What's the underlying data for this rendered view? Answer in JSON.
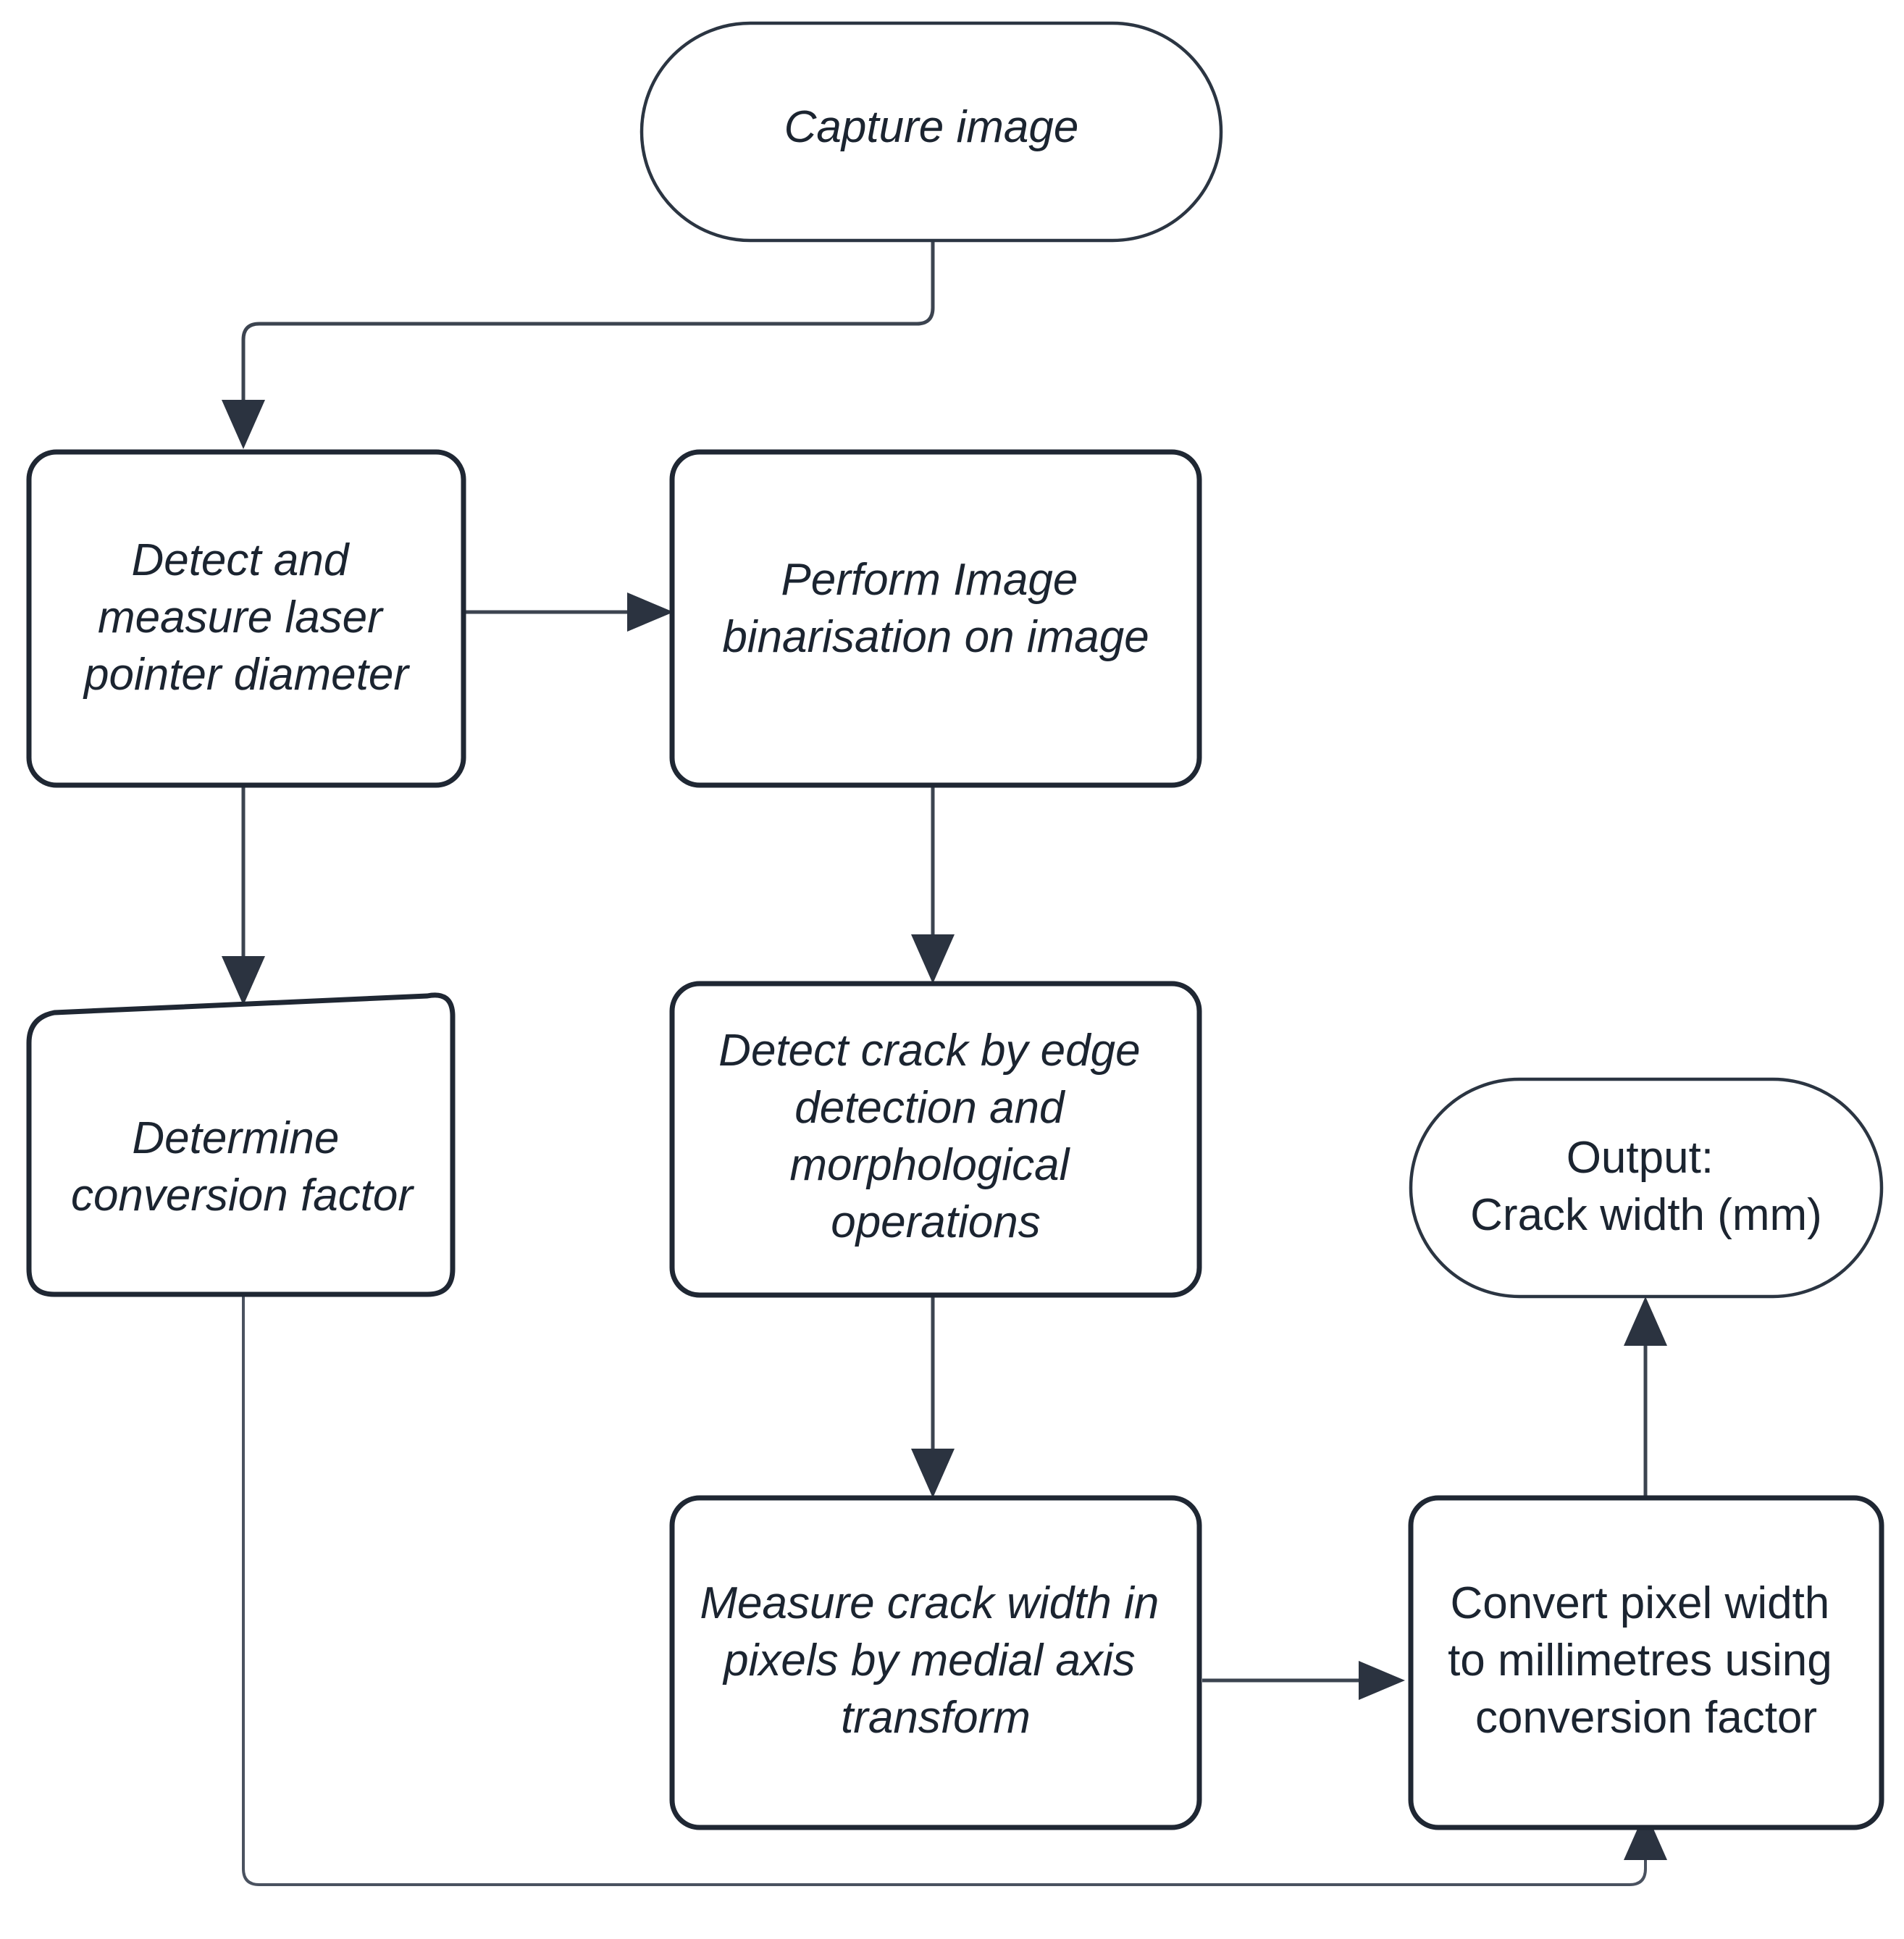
{
  "diagram": {
    "title": "Crack width measurement processing flowchart",
    "colors": {
      "stroke": "#1f2733",
      "connector": "#3c4450",
      "text": "#1b2430",
      "background": "#ffffff"
    },
    "nodes": [
      {
        "id": "capture-image",
        "shape": "stadium",
        "style": "italic",
        "lines": [
          "Capture image"
        ]
      },
      {
        "id": "detect-measure-laser",
        "shape": "rounded-rect",
        "style": "italic",
        "lines": [
          "Detect and",
          "measure laser",
          "pointer diameter"
        ]
      },
      {
        "id": "perform-binarisation",
        "shape": "rounded-rect",
        "style": "italic",
        "lines": [
          "Perform Image",
          "binarisation on image"
        ]
      },
      {
        "id": "determine-conversion-factor",
        "shape": "trapezoid",
        "style": "italic",
        "lines": [
          "Determine",
          "conversion factor"
        ]
      },
      {
        "id": "detect-crack-edges",
        "shape": "rounded-rect",
        "style": "italic",
        "lines": [
          "Detect crack by edge",
          "detection and",
          "morphological",
          "operations"
        ]
      },
      {
        "id": "output-crack-width",
        "shape": "stadium",
        "style": "upright",
        "lines": [
          "Output:",
          "Crack width (mm)"
        ]
      },
      {
        "id": "measure-crack-width-pixels",
        "shape": "rounded-rect",
        "style": "italic",
        "lines": [
          "Measure crack width in",
          "pixels by medial axis",
          "transform"
        ]
      },
      {
        "id": "convert-pixel-to-mm",
        "shape": "rounded-rect",
        "style": "upright",
        "lines": [
          "Convert pixel width",
          "to millimetres using",
          "conversion factor"
        ]
      }
    ],
    "edges": [
      {
        "id": "edge-capture-to-detect",
        "from": "capture-image",
        "to": "detect-measure-laser",
        "label": ""
      },
      {
        "id": "edge-detect-to-binarise",
        "from": "detect-measure-laser",
        "to": "perform-binarisation",
        "label": ""
      },
      {
        "id": "edge-detect-to-conversion",
        "from": "detect-measure-laser",
        "to": "determine-conversion-factor",
        "label": ""
      },
      {
        "id": "edge-binarise-to-crack",
        "from": "perform-binarisation",
        "to": "detect-crack-edges",
        "label": ""
      },
      {
        "id": "edge-crack-to-measure",
        "from": "detect-crack-edges",
        "to": "measure-crack-width-pixels",
        "label": ""
      },
      {
        "id": "edge-measure-to-convert",
        "from": "measure-crack-width-pixels",
        "to": "convert-pixel-to-mm",
        "label": ""
      },
      {
        "id": "edge-convert-to-output",
        "from": "convert-pixel-to-mm",
        "to": "output-crack-width",
        "label": ""
      },
      {
        "id": "edge-conversion-to-convert",
        "from": "determine-conversion-factor",
        "to": "convert-pixel-to-mm",
        "label": ""
      }
    ]
  }
}
